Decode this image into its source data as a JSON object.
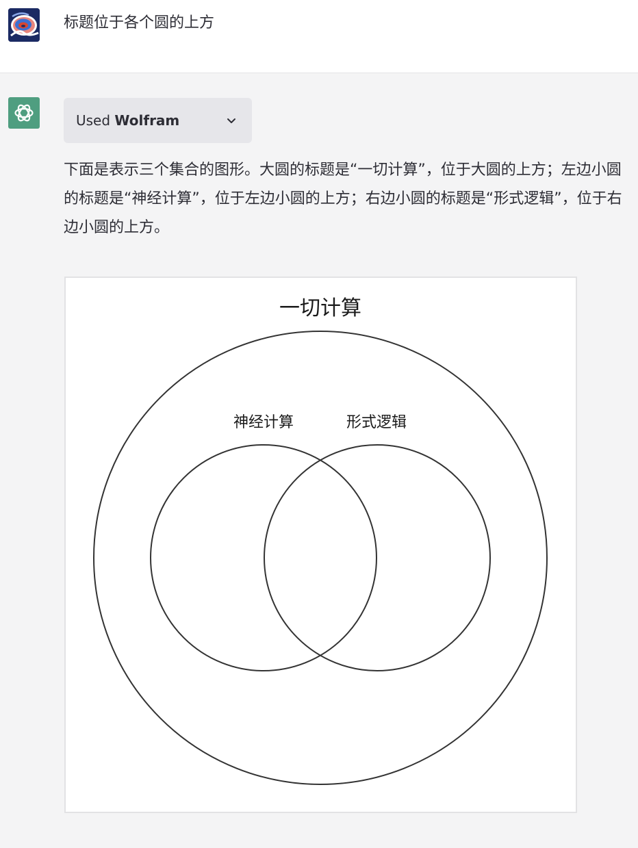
{
  "user": {
    "avatar_icon": "galaxy-avatar-icon",
    "message": "标题位于各个圆的上方"
  },
  "assistant": {
    "avatar_icon": "openai-logo-icon",
    "plugin": {
      "prefix": "Used",
      "name": "Wolfram",
      "toggle_icon": "chevron-down-icon"
    },
    "answer": "下面是表示三个集合的图形。大圆的标题是“一切计算”，位于大圆的上方；左边小圆的标题是“神经计算”，位于左边小圆的上方；右边小圆的标题是“形式逻辑”，位于右边小圆的上方。",
    "figure": {
      "title": "一切计算",
      "left_circle_label": "神经计算",
      "right_circle_label": "形式逻辑"
    }
  },
  "colors": {
    "page_background": "#f4f4f5",
    "user_row_background": "#ffffff",
    "assistant_avatar": "#4f9e80",
    "plugin_chip": "#e6e6ea",
    "text": "#2d2d35"
  }
}
